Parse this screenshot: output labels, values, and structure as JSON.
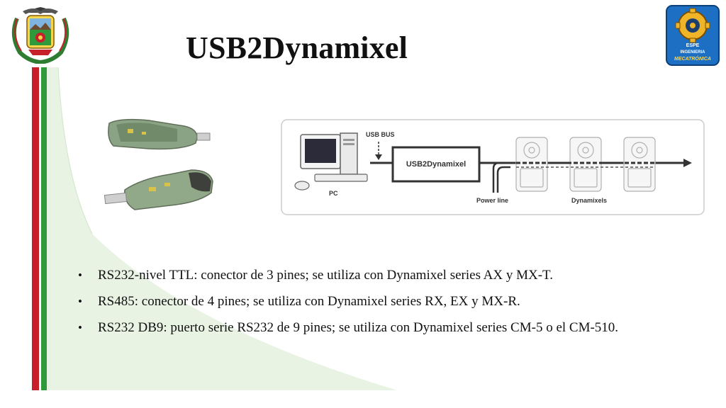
{
  "slide": {
    "title": "USB2Dynamixel",
    "colors": {
      "stripe_red": "#c8202a",
      "stripe_green": "#2e9a3c",
      "background_tint": "#e8f3e4"
    }
  },
  "logos": {
    "left": {
      "icon": "coat-of-arms-icon"
    },
    "right": {
      "icon": "espe-mechatronics-gear-logo-icon",
      "text_lines": [
        "ESPE",
        "INGENIERIA",
        "MECATRÓNICA"
      ]
    }
  },
  "photo": {
    "icon": "usb2dynamixel-device-photo"
  },
  "diagram": {
    "usb_bus_label": "USB BUS",
    "pc_label": "PC",
    "box_label": "USB2Dynamixel",
    "power_line_label": "Power line",
    "dynamixels_label": "Dynamixels"
  },
  "bullets": [
    {
      "text": "RS232-nivel TTL: conector de 3 pines; se utiliza con Dynamixel series AX y MX-T."
    },
    {
      "text": "RS485: conector de 4 pines; se utiliza con Dynamixel series RX, EX y MX-R."
    },
    {
      "text": "RS232 DB9: puerto serie RS232 de 9 pines; se utiliza con Dynamixel series CM-5 o el CM-510."
    }
  ],
  "bullet_symbol": "•"
}
